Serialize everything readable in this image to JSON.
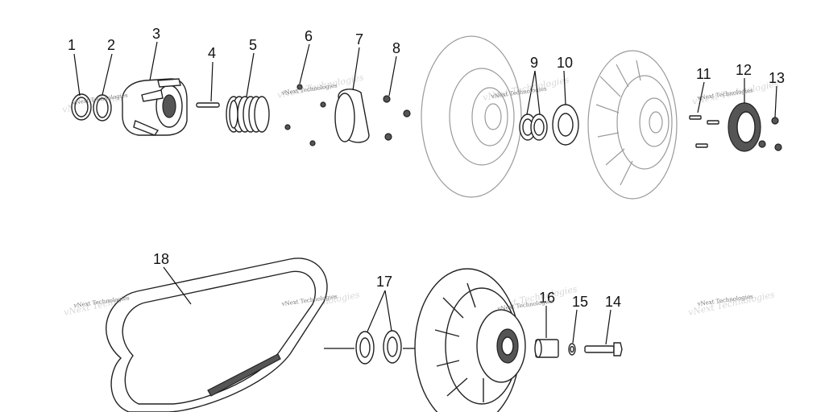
{
  "labels": [
    "1",
    "2",
    "3",
    "4",
    "5",
    "6",
    "7",
    "8",
    "9",
    "10",
    "11",
    "12",
    "13",
    "14",
    "15",
    "16",
    "17",
    "18"
  ],
  "watermark": "vNext Technologies"
}
